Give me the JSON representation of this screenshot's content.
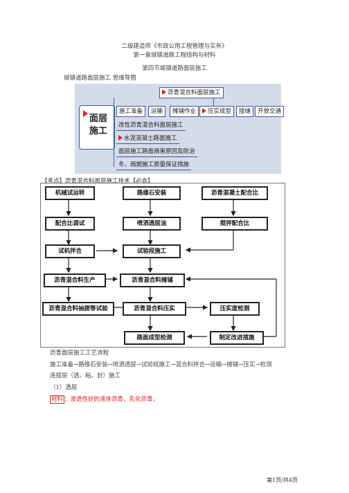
{
  "header": {
    "line1": "二级建造师《市政公用工程管理与实务》",
    "line2": "第一章城镇道路工程结构与材料",
    "line3": "第四节城镇道路面层施工",
    "subtitle": "城镇道路面层施工   思维导图"
  },
  "mindmap": {
    "center": [
      "面层",
      "施工"
    ],
    "top": "沥青混合料面层施工",
    "steps": [
      "施工准备",
      "运输",
      "摊铺作业",
      "压实成型",
      "接缝",
      "开放交通"
    ],
    "branches": [
      "改性沥青混合料面层施工",
      "水泥混凝土路面施工",
      "面层施工路面病害原因及防治",
      "冬、雨期施工质量保证措施"
    ]
  },
  "kaodian": "【考点】沥青混合料面层施工技术【必会】",
  "flowchart": {
    "boxes": {
      "b1": "机械试运转",
      "b2": "路缘石安装",
      "b3": "沥青混凝土配合比",
      "b4": "配合比调试",
      "b5": "喷洒透层油",
      "b6": "搅拌配合比",
      "b7": "试机拌合",
      "b8": "试验段施工",
      "b9": "沥青混合料生产",
      "b10": "沥青混合料摊铺",
      "b11": "沥青混合料抽提等试验",
      "b12": "沥青混合料压实",
      "b13": "压实度检测",
      "b14": "路面成型检测",
      "b15": "制定改进措施"
    }
  },
  "body": {
    "p1": "沥青面层施工工艺流程",
    "p2": "施工准备→路缘石安装→喷洒透层→试验段施工→混合料拌合→运输→摊铺→压实→检测",
    "p3": "连接层（透、粘、封）施工",
    "p4": "（1）透层",
    "p5_label": "材料",
    "p5_text": "：渗透性好的液体沥青、乳化沥青。"
  },
  "footer": "第1页/共4页"
}
